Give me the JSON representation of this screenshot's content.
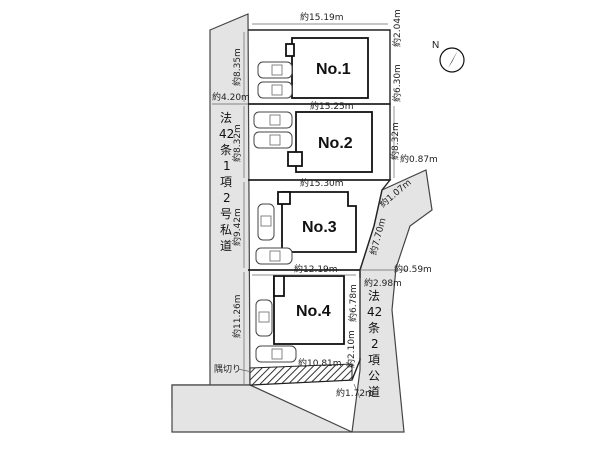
{
  "compass": {
    "label": "N"
  },
  "houses": [
    {
      "label": "No.1"
    },
    {
      "label": "No.2"
    },
    {
      "label": "No.3"
    },
    {
      "label": "No.4"
    }
  ],
  "roads": {
    "private_road": [
      "法",
      "42",
      "条",
      "1",
      "項",
      "2",
      "号",
      "私",
      "道"
    ],
    "public_road": [
      "法",
      "42",
      "条",
      "2",
      "項",
      "公",
      "道"
    ]
  },
  "corner_cut_label": "隅切り",
  "dimensions": {
    "lot1_top": "約15.19m",
    "lot1_right": "約2.04m",
    "lot1_left": "約8.35m",
    "lot1_right_lower": "約6.30m",
    "road_width": "約4.20m",
    "lot2_top": "約15.25m",
    "lot2_left": "約8.32m",
    "lot2_right": "約8.32m",
    "lot2_corner": "約0.87m",
    "lot3_top": "約15.30m",
    "lot3_right_upper": "約1.07m",
    "lot3_right": "約7.70m",
    "lot3_left": "約9.42m",
    "lot4_top": "約12.19m",
    "lot4_corner": "約0.59m",
    "lot4_top_right": "約2.98m",
    "lot4_left": "約11.26m",
    "lot4_right_upper": "約6.78m",
    "lot4_right_lower": "約2.10m",
    "lot4_bottom": "約10.81m",
    "corner_bottom": "約1.72m"
  }
}
